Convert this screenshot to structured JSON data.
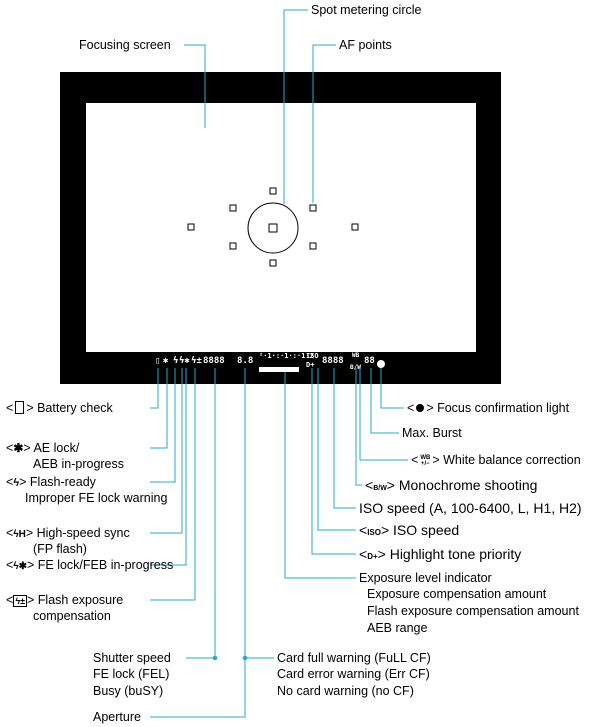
{
  "labels": {
    "spot_metering_circle": "Spot metering circle",
    "focusing_screen": "Focusing screen",
    "af_points": "AF points",
    "battery_check": "> Battery check",
    "focus_confirmation": "> Focus confirmation light",
    "max_burst": "Max. Burst",
    "ae_lock": "> AE lock/",
    "aeb_in_progress": "AEB in-progress",
    "wb_correction": "> White balance correction",
    "flash_ready": "> Flash-ready",
    "improper_fe": "Improper FE lock warning",
    "monochrome": "> Monochrome shooting",
    "iso_speed_range": "ISO speed (A, 100-6400, L, H1, H2)",
    "hs_sync": "> High-speed sync",
    "fp_flash": "(FP flash)",
    "iso_speed": "> ISO speed",
    "fe_lock_feb": "> FE lock/FEB in-progress",
    "highlight_tone": "> Highlight tone priority",
    "exposure_level": "Exposure level indicator",
    "exposure_comp": "Exposure compensation amount",
    "flash_exposure_comp_amount": "Flash exposure compensation amount",
    "flash_exposure_comp": "> Flash exposure",
    "compensation": "compensation",
    "aeb_range": "AEB range",
    "shutter_speed": "Shutter speed",
    "fe_lock_fel": "FE lock (FEL)",
    "busy": "Busy (buSY)",
    "card_full": "Card full warning (FuLL CF)",
    "card_error": "Card error warning (Err CF)",
    "no_card": "No card warning (no CF)",
    "aperture": "Aperture",
    "lt": "<"
  },
  "icons": {
    "battery": "battery-icon",
    "ae_lock": "asterisk-icon",
    "flash": "flash-icon",
    "hs_sync": "flash-h-icon",
    "fe_lock": "flash-asterisk-icon",
    "flash_comp": "flash-comp-icon",
    "focus": "focus-dot-icon",
    "wb": "wb-icon",
    "bw": "bw-icon",
    "iso": "iso-icon",
    "dplus": "d-plus-icon"
  },
  "icon_text": {
    "ae": "✱",
    "flash": "ϟ",
    "hs": "ϟH",
    "fe": "ϟ✱",
    "flash_comp": "ϟ±",
    "wb_top": "WB",
    "wb_bottom": "+/−",
    "bw": "B/W",
    "iso": "ISO",
    "dplus": "D+"
  },
  "lcd": {
    "shutter": "8888",
    "aperture": "8.8",
    "scale": "²·1·:·1·:·1·2",
    "iso": "ISO",
    "iso_digits": "8888",
    "dplus": "D+",
    "wb": "WB",
    "bw": "B/W",
    "burst": "88"
  },
  "colors": {
    "leader": "#29a9c9",
    "frame": "#000000"
  }
}
